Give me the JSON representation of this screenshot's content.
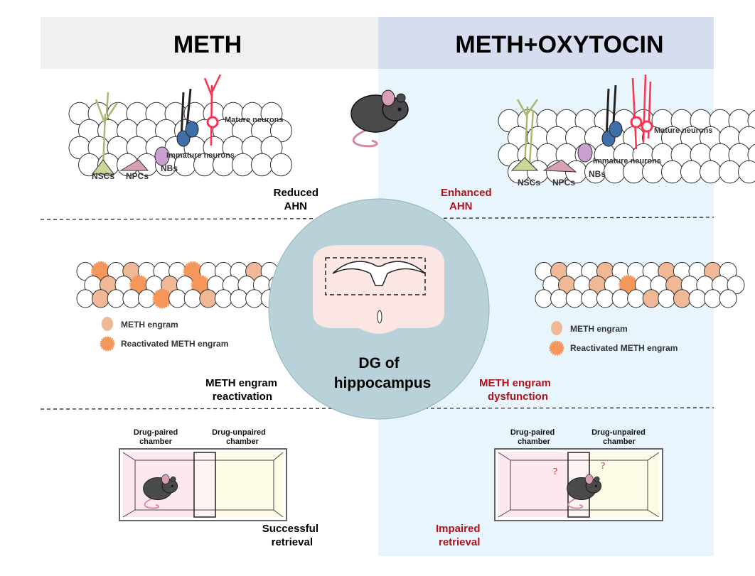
{
  "headers": {
    "left": "METH",
    "right": "METH+OXYTOCIN"
  },
  "colors": {
    "left_header": "#f0f0f0",
    "right_header": "#d6ddef",
    "right_panel": "#e8f5fc",
    "red_text": "#b0121b",
    "circle": "#b9d2d9",
    "engram": "#f0b896",
    "reactivated": "#f5965a"
  },
  "neurogenesis": {
    "labels": {
      "nscs": "NSCs",
      "npcs": "NPCs",
      "nbs": "NBs",
      "immature": "Immature neurons",
      "mature": "Mature neurons"
    },
    "left_caption": "Reduced AHN",
    "right_caption": "Enhanced AHN"
  },
  "engram": {
    "legend_engram": "METH engram",
    "legend_reactivated": "Reactivated METH engram",
    "left_caption": "METH engram reactivation",
    "right_caption": "METH engram dysfunction"
  },
  "center": {
    "label": "DG of hippocampus"
  },
  "cpp": {
    "paired": "Drug-paired chamber",
    "unpaired": "Drug-unpaired chamber",
    "left_caption": "Successful retrieval",
    "right_caption": "Impaired retrieval"
  }
}
